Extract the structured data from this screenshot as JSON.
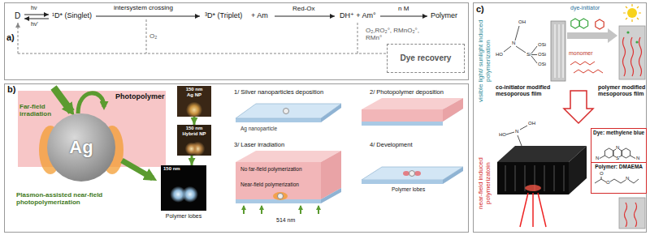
{
  "diagram": {
    "nodes": [
      {
        "text": [
          "a)"
        ]
      },
      {
        "text": [
          "Dye recovery"
        ],
        "in": 0
      },
      {
        "text": [
          "b)"
        ]
      },
      {
        "text": [
          "Ag"
        ],
        "in": 2
      },
      {
        "text": [
          "150 nm",
          "Ag NP"
        ],
        "in": 2
      },
      {
        "text": [
          "150 nm",
          "Hybrid NP"
        ],
        "in": 2
      },
      {
        "text": [
          "150 nm"
        ],
        "in": 2
      },
      {
        "text": [
          "c)"
        ]
      },
      {
        "text": [
          "Dye: methylene blue",
          "Polymer: DMAEMA"
        ],
        "in": 7
      }
    ],
    "edges": [
      {
        "from": 4,
        "to": 5,
        "arrow": "to"
      },
      {
        "from": 5,
        "to": 6,
        "arrow": "to"
      }
    ],
    "labels": [
      "D",
      "hν",
      "hν'",
      "¹D* (Singlet)",
      "intersystem crossing",
      "³D* (Triplet)",
      "+ Am",
      "Red-Ox",
      "DH⁺ + Am°",
      "n M",
      "Polymer",
      "O₂",
      "O₂,RO₂°, RMnO₂°, RMn°",
      "Far-field irradiation",
      "Photopolymer",
      "Plasmon-assisted near-field photopolymerization",
      "Polymer lobes",
      "1/ Silver nanoparticles deposition",
      "2/ Photopolymer deposition",
      "Ag nanoparticle",
      "3/ Laser irradiation",
      "4/ Development",
      "No far-field polymerization",
      "Near-field polymerization",
      "Polymer lobes",
      "514 nm",
      "visible light/ sunlight induced polymerization",
      "dye-initiator",
      "monomer",
      "co-initiator modified mesoporous film",
      "polymer modified mesoporous film",
      "near-field induced polymerizatoin",
      "HO",
      "N",
      "OH",
      "Si",
      "OSi",
      "OSi",
      "OSi",
      "HO",
      "N",
      "OH",
      "N",
      "S",
      "N",
      "N",
      "O",
      "O",
      "N"
    ]
  }
}
